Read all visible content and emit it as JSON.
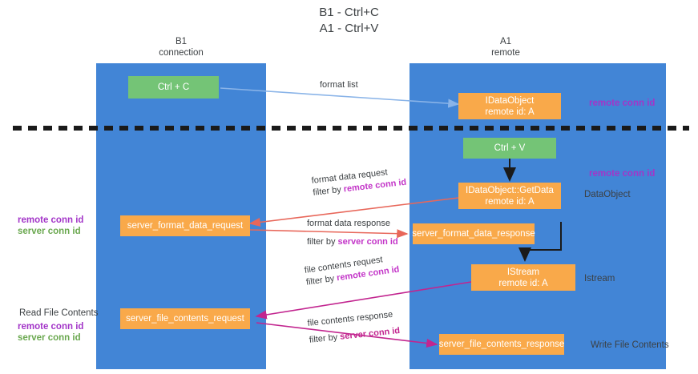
{
  "title": {
    "line1": "B1 - Ctrl+C",
    "line2": "A1 - Ctrl+V"
  },
  "lanes": [
    {
      "id": "b1",
      "name": "B1",
      "subtitle": "connection"
    },
    {
      "id": "a1",
      "name": "A1",
      "subtitle": "remote"
    }
  ],
  "boxes": {
    "ctrl_c": {
      "label": "Ctrl + C",
      "color": "#74c476"
    },
    "ctrl_v": {
      "label": "Ctrl + V",
      "color": "#74c476"
    },
    "idataobject": {
      "line1": "IDataObject",
      "line2": "remote id: A",
      "color": "#f9a94a"
    },
    "idataobject_getdata": {
      "line1": "IDataObject::GetData",
      "line2": "remote id: A",
      "color": "#f9a94a"
    },
    "server_format_data_request": {
      "label": "server_format_data_request",
      "color": "#f9a94a"
    },
    "server_format_data_response": {
      "label": "server_format_data_response",
      "color": "#f9a94a"
    },
    "istream": {
      "line1": "IStream",
      "line2": "remote id: A",
      "color": "#f9a94a"
    },
    "server_file_contents_request": {
      "label": "server_file_contents_request",
      "color": "#f9a94a"
    },
    "server_file_contents_response": {
      "label": "server_file_contents_response",
      "color": "#f9a94a"
    }
  },
  "edges": {
    "format_list": {
      "label": "format list"
    },
    "format_data_request": {
      "label": "format data request",
      "filter_prefix": "filter by ",
      "filter_key": "remote conn id"
    },
    "format_data_response": {
      "label": "format data response",
      "filter_prefix": "filter by ",
      "filter_key": "server conn id"
    },
    "file_contents_request": {
      "label": "file contents request",
      "filter_prefix": "filter by ",
      "filter_key": "remote conn id"
    },
    "file_contents_response": {
      "label": "file contents response",
      "filter_prefix": "filter by ",
      "filter_key": "server conn id"
    }
  },
  "annotations": {
    "remote_conn_id_top": "remote conn id",
    "remote_conn_id_mid": "remote conn id",
    "dataobject": "DataObject",
    "istream": "Istream",
    "write_file_contents": "Write File Contents",
    "read_file_contents": "Read File Contents",
    "left_remote_conn_id_1": "remote conn id",
    "left_server_conn_id_1": "server conn id",
    "left_remote_conn_id_2": "remote conn id",
    "left_server_conn_id_2": "server conn id"
  },
  "colors": {
    "lane": "#4285d6",
    "green_box": "#74c476",
    "orange_box": "#f9a94a",
    "purple": "#a335c8",
    "green_text": "#6aa84f",
    "arrow_blue": "#8ab4e8",
    "arrow_red": "#e8675a",
    "arrow_pink": "#c2258f",
    "arrow_black": "#1a1a1a",
    "divider": "#1a1a1a"
  }
}
